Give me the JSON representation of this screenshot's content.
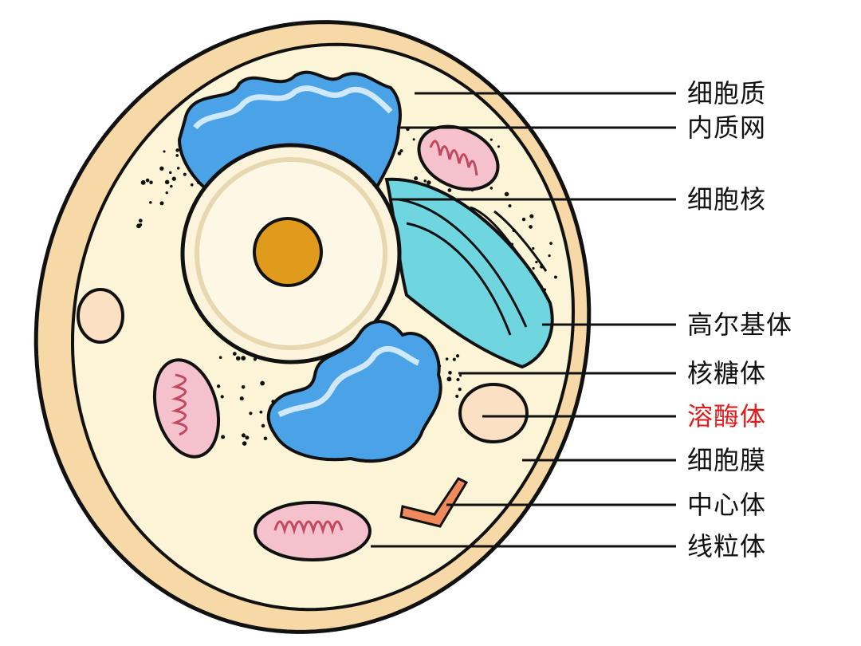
{
  "labels": [
    {
      "id": "cytoplasm",
      "text": "细胞质",
      "color": "#111111"
    },
    {
      "id": "endoplasmic-reticulum",
      "text": "内质网",
      "color": "#111111"
    },
    {
      "id": "nucleus",
      "text": "细胞核",
      "color": "#111111"
    },
    {
      "id": "golgi-apparatus",
      "text": "高尔基体",
      "color": "#111111"
    },
    {
      "id": "ribosome",
      "text": "核糖体",
      "color": "#111111"
    },
    {
      "id": "lysosome",
      "text": "溶酶体",
      "color": "#e31b1b"
    },
    {
      "id": "cell-membrane",
      "text": "细胞膜",
      "color": "#111111"
    },
    {
      "id": "centrosome",
      "text": "中心体",
      "color": "#111111"
    },
    {
      "id": "mitochondrion",
      "text": "线粒体",
      "color": "#111111"
    }
  ],
  "colors": {
    "membrane": "#f7d9a8",
    "cytoplasm": "#fbf4d6",
    "nucleus": "#fcf3dc",
    "nucleolus": "#e09a1c",
    "er": "#4aa3e6",
    "golgi": "#6fd6e0",
    "mitochondria": "#f4c1cc",
    "lysosome": "#fbe0c4",
    "centriole": "#f08a5a"
  }
}
